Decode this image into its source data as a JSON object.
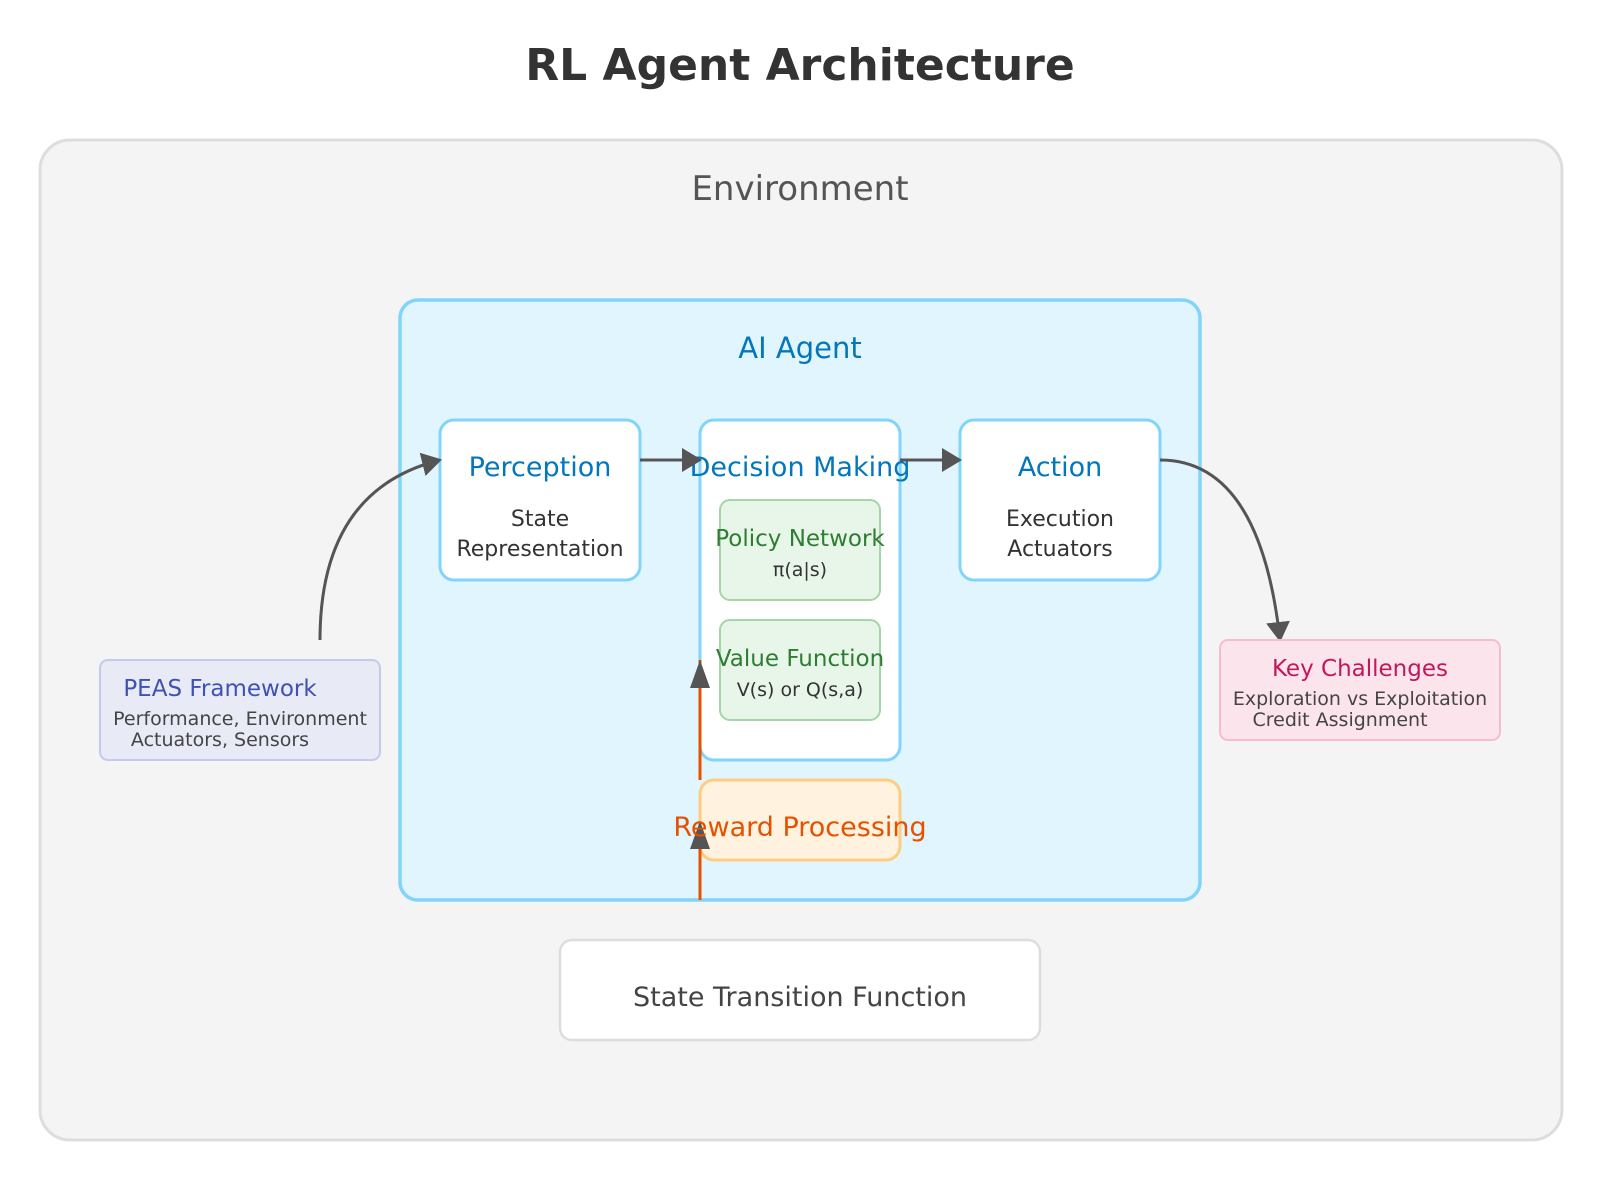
{
  "title": "RL Agent Architecture",
  "environment": {
    "label": "Environment"
  },
  "agent": {
    "label": "AI Agent"
  },
  "perception": {
    "title": "Perception",
    "line1": "State",
    "line2": "Representation"
  },
  "decision": {
    "title": "Decision Making",
    "policy": {
      "title": "Policy Network",
      "sub": "π(a|s)"
    },
    "value": {
      "title": "Value Function",
      "sub": "V(s) or Q(s,a)"
    }
  },
  "action": {
    "title": "Action",
    "line1": "Execution",
    "line2": "Actuators"
  },
  "reward": {
    "label": "Reward Processing"
  },
  "peas": {
    "title": "PEAS Framework",
    "line1": "Performance, Environment",
    "line2": "Actuators, Sensors"
  },
  "challenges": {
    "title": "Key Challenges",
    "line1": "Exploration vs Exploitation",
    "line2": "Credit Assignment"
  },
  "transition": {
    "label": "State Transition Function"
  },
  "colors": {
    "environment_fill": "#f4f4f4",
    "environment_stroke": "#dddddd",
    "agent_fill": "#e1f5fe",
    "agent_stroke": "#81d4fa",
    "component_text": "#0277bd",
    "inner_fill": "#e8f5e9",
    "inner_stroke": "#a5d6a7",
    "inner_text": "#2e7d32",
    "reward_fill": "#fff3e0",
    "reward_stroke": "#ffcc80",
    "reward_text": "#e65100",
    "peas_fill": "#e8eaf6",
    "peas_stroke": "#c5cae9",
    "challenges_fill": "#fce4ec",
    "challenges_stroke": "#f8bbd0",
    "arrow": "#555555"
  }
}
